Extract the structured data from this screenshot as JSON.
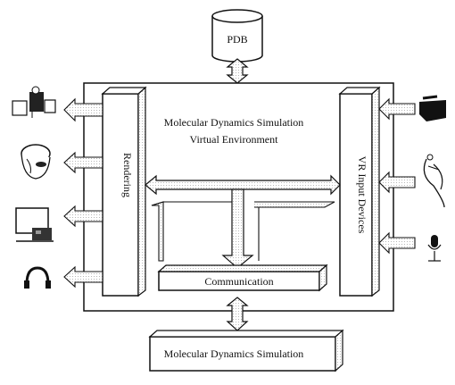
{
  "database": {
    "label": "PDB"
  },
  "environment": {
    "title_line1": "Molecular Dynamics Simulation",
    "title_line2": "Virtual Environment"
  },
  "modules": {
    "rendering": "Rendering",
    "input": "VR Input Devices",
    "communication": "Communication"
  },
  "external": {
    "simulation": "Molecular Dynamics Simulation"
  },
  "output_devices": [
    "projector-icon",
    "head-mounted-display-icon",
    "monitor-icon",
    "headphones-icon"
  ],
  "input_devices": [
    "data-glove-icon",
    "hand-tracker-icon",
    "microphone-icon"
  ]
}
